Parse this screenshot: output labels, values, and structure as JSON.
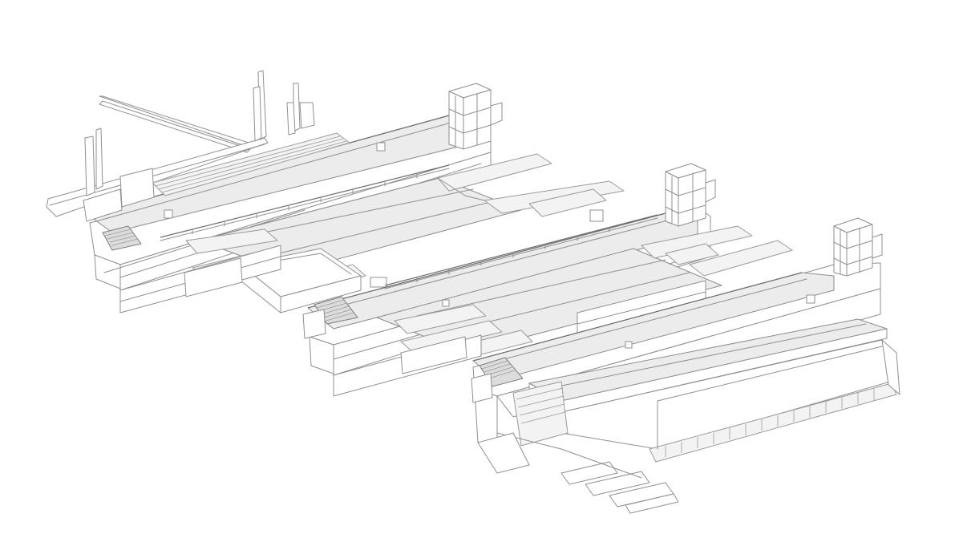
{
  "drawing": {
    "background": "#ffffff",
    "line_color": "#8f8f8f",
    "deck_fill": "#ececec",
    "wall_fill": "#ffffff"
  },
  "pedestals": [
    {
      "id": "upper"
    },
    {
      "id": "middle"
    },
    {
      "id": "lower"
    }
  ]
}
